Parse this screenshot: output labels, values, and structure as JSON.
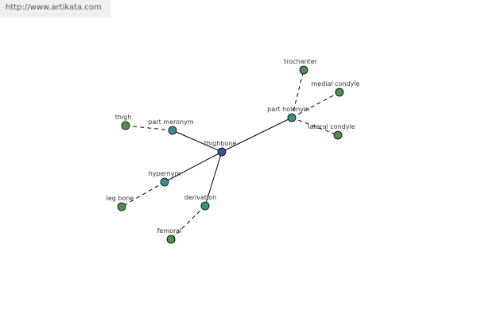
{
  "watermark": {
    "url_text": "http://www.artikata.com"
  },
  "colors": {
    "center": "#3f4f8f",
    "relation": "#3f8f8f",
    "term": "#4f8f4f"
  },
  "graph": {
    "center": {
      "label": "thighbone"
    },
    "relations": [
      {
        "label": "part meronym"
      },
      {
        "label": "part holonym"
      },
      {
        "label": "hypernym"
      },
      {
        "label": "derivation"
      }
    ],
    "terms": [
      {
        "label": "thigh",
        "relation": "part meronym"
      },
      {
        "label": "trochanter",
        "relation": "part holonym"
      },
      {
        "label": "medial condyle",
        "relation": "part holonym"
      },
      {
        "label": "lateral condyle",
        "relation": "part holonym"
      },
      {
        "label": "leg bone",
        "relation": "hypernym"
      },
      {
        "label": "femoral",
        "relation": "derivation"
      }
    ]
  }
}
